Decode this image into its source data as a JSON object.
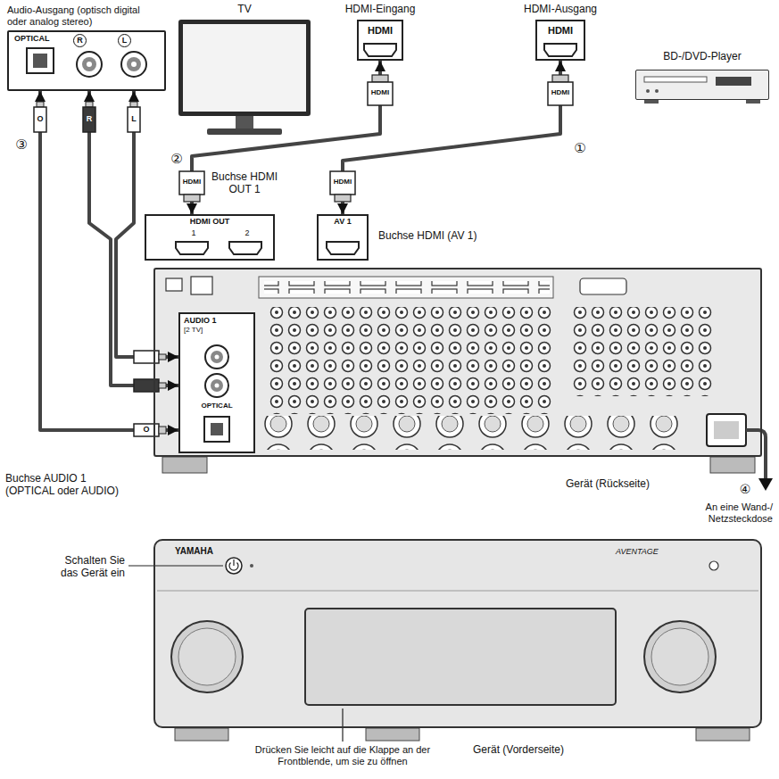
{
  "diagram": {
    "nodes": [
      {
        "text": [
          "Audio-Ausgang (optisch digital oder analog stereo)",
          "OPTICAL",
          "R",
          "L"
        ]
      },
      {
        "text": [
          "TV"
        ]
      },
      {
        "text": [
          "HDMI-Eingang",
          "HDMI"
        ]
      },
      {
        "text": [
          "HDMI-Ausgang",
          "HDMI"
        ]
      },
      {
        "text": [
          "BD-/DVD-Player"
        ]
      },
      {
        "text": [
          "Gerät (Rückseite)"
        ]
      },
      {
        "text": [
          "HDMI OUT",
          "1",
          "2"
        ]
      },
      {
        "text": [
          "AV 1"
        ]
      },
      {
        "text": [
          "AUDIO 1",
          "[2 TV]",
          "OPTICAL"
        ],
        "in": 5
      },
      {
        "text": [
          "Gerät (Vorderseite)",
          "YAMAHA",
          "AVENTAGE"
        ]
      }
    ],
    "edges": [
      {
        "from": 3,
        "to": 7,
        "arrow": "both",
        "label": "①"
      },
      {
        "from": 2,
        "to": 6,
        "arrow": "both",
        "label": "②"
      },
      {
        "from": 0,
        "to": 8,
        "arrow": "both",
        "label": "③"
      },
      {
        "from": 0,
        "to": 8,
        "arrow": "both"
      },
      {
        "from": 0,
        "to": 8,
        "arrow": "both"
      }
    ],
    "labels": [
      "Buchse HDMI OUT 1",
      "Buchse HDMI (AV 1)",
      "Buchse AUDIO 1 (OPTICAL oder AUDIO)",
      "HDMI",
      "HDMI",
      "HDMI",
      "HDMI",
      "O",
      "R",
      "L",
      "O",
      "④",
      "An eine Wand-/ Netzsteckdose",
      "Schalten Sie das Gerät ein",
      "Drücken Sie leicht auf die Klappe an der Frontblende, um sie zu öffnen"
    ]
  }
}
